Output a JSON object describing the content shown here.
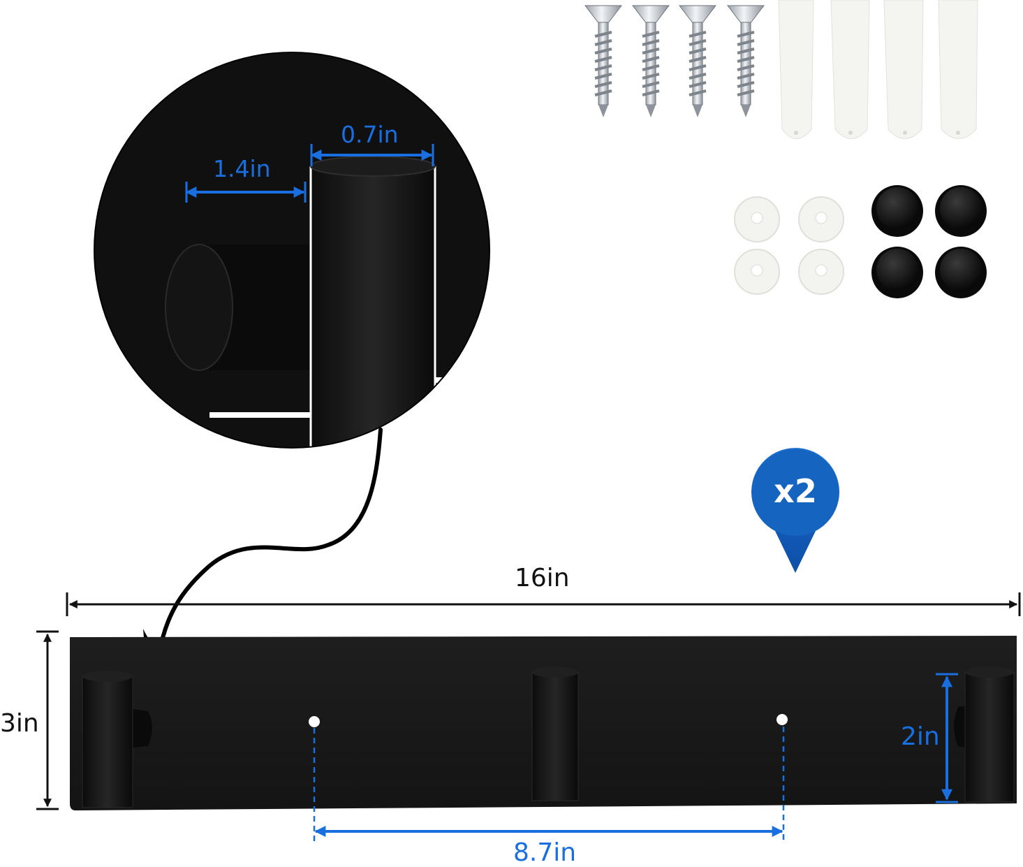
{
  "dimensions": {
    "hook_diameter": "0.7in",
    "hook_projection": "1.4in",
    "total_length": "16in",
    "rack_height": "3in",
    "hook_height": "2in",
    "hole_spacing": "8.7in"
  },
  "badge": {
    "text": "x2"
  },
  "colors": {
    "accent_blue": "#1a6fe0",
    "product_black": "#141414",
    "badge_blue": "#1565c0"
  },
  "accessories": {
    "screws": 4,
    "wall_anchors": 4,
    "washers": 4,
    "screw_caps": 4
  }
}
